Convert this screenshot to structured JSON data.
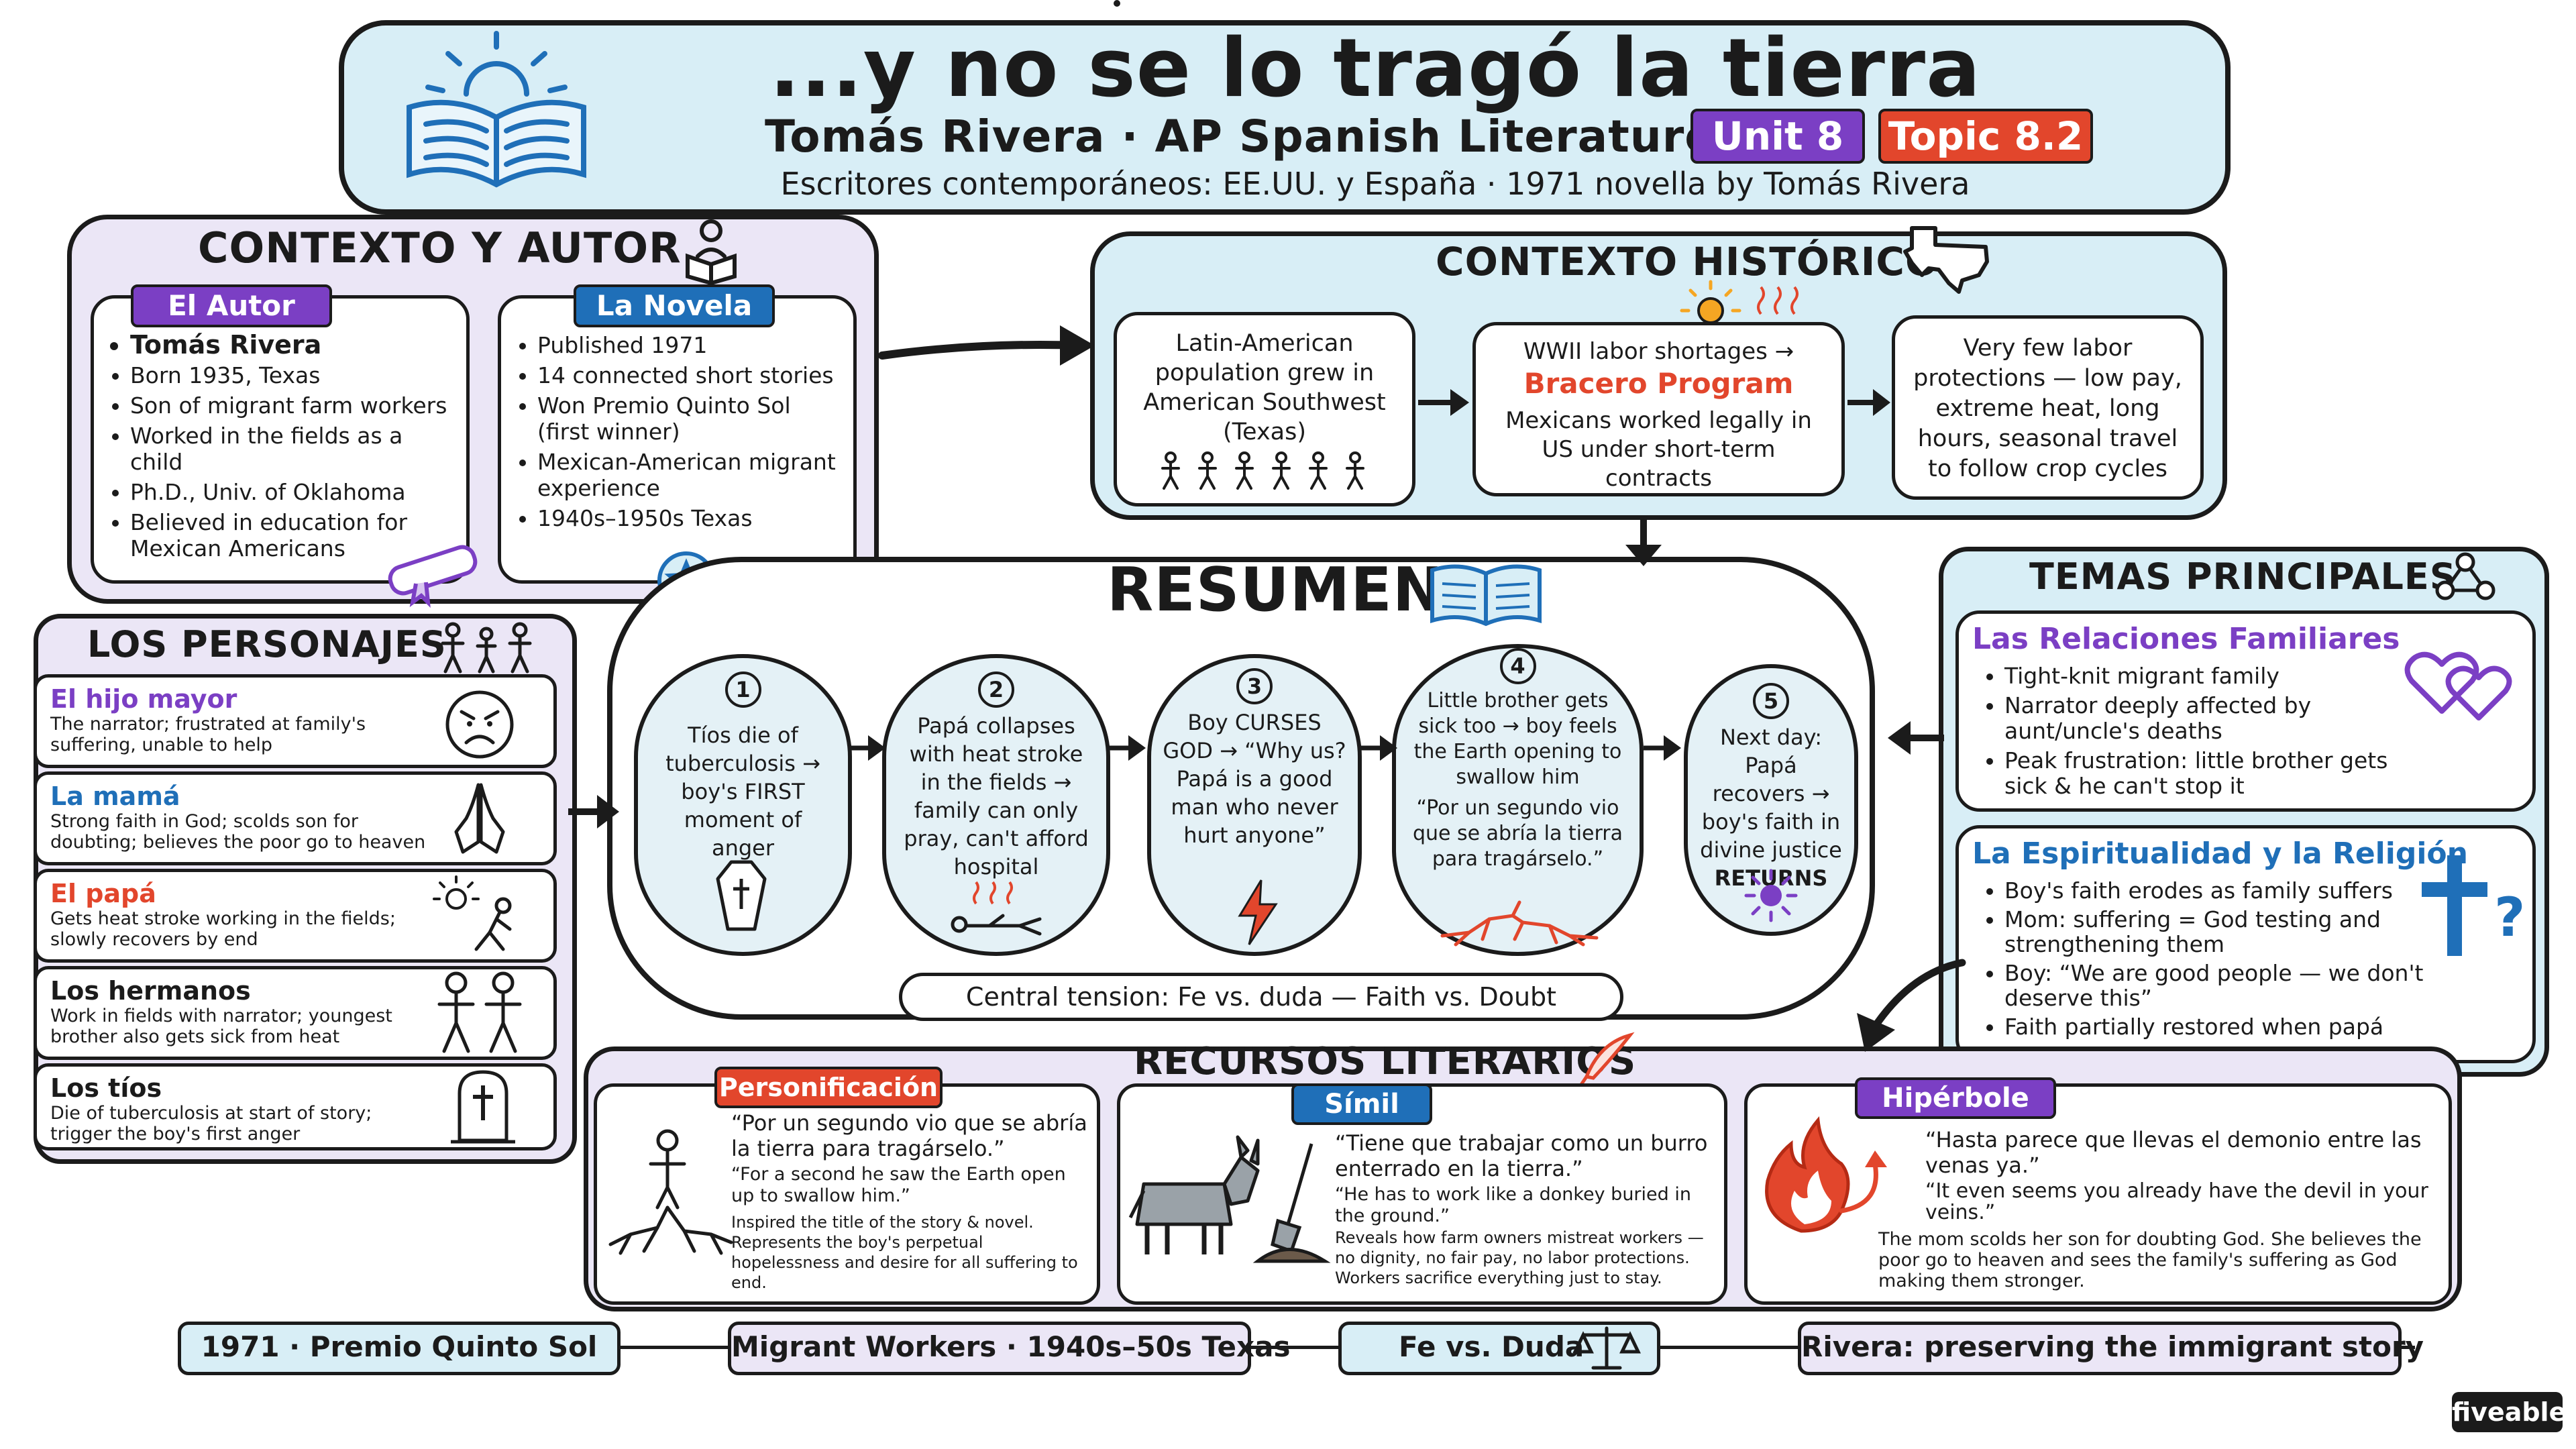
{
  "header": {
    "title": "...y no se lo tragó la tierra",
    "subtitle": "Tomás Rivera · AP Spanish Literature",
    "unit": "Unit 8",
    "topic": "Topic 8.2",
    "tagline": "Escritores contemporáneos: EE.UU. y España · 1971 novella by Tomás Rivera"
  },
  "context": {
    "title": "CONTEXTO Y AUTOR",
    "author": {
      "tag": "El Autor",
      "items": [
        "Tomás Rivera",
        "Born 1935, Texas",
        "Son of migrant farm workers",
        "Worked in the fields as a child",
        "Ph.D., Univ. of Oklahoma",
        "Believed in education for Mexican Americans"
      ]
    },
    "novel": {
      "tag": "La Novela",
      "items": [
        "Published 1971",
        "14 connected short stories",
        "Won Premio Quinto Sol (first winner)",
        "Mexican-American migrant experience",
        "1940s–1950s Texas"
      ]
    }
  },
  "historical": {
    "title": "CONTEXTO HISTÓRICO",
    "box1": "Latin-American population grew in American Southwest (Texas)",
    "box2_top": "WWII labor shortages →",
    "box2_program": "Bracero Program",
    "box2_bottom": "Mexicans worked legally in US under short-term contracts",
    "box3": "Very few labor protections — low pay, extreme heat, long hours, seasonal travel to follow crop cycles"
  },
  "characters": {
    "title": "LOS PERSONAJES",
    "items": [
      {
        "name": "El hijo mayor",
        "desc": "The narrator; frustrated at family's suffering, unable to help",
        "color": "#7b3fc4"
      },
      {
        "name": "La mamá",
        "desc": "Strong faith in God; scolds son for doubting; believes the poor go to heaven",
        "color": "#1f6fb8"
      },
      {
        "name": "El papá",
        "desc": "Gets heat stroke working in the fields; slowly recovers by end",
        "color": "#e2462c"
      },
      {
        "name": "Los hermanos",
        "desc": "Work in fields with narrator; youngest brother also gets sick from heat",
        "color": "#1b1b1b"
      },
      {
        "name": "Los tíos",
        "desc": "Die of tuberculosis at start of story; trigger the boy's first anger",
        "color": "#1b1b1b"
      }
    ]
  },
  "summary": {
    "title": "RESUMEN",
    "steps": [
      {
        "n": "1",
        "text": "Tíos die of tuberculosis → boy's FIRST moment of anger"
      },
      {
        "n": "2",
        "text": "Papá collapses with heat stroke in the fields → family can only pray, can't afford hospital"
      },
      {
        "n": "3",
        "text": "Boy CURSES GOD → “Why us? Papá is a good man who never hurt anyone”"
      },
      {
        "n": "4",
        "text": "Little brother gets sick too → boy feels the Earth opening to swallow him",
        "quote": "“Por un segundo vio que se abría la tierra para tragárselo.”"
      },
      {
        "n": "5",
        "text": "Next day: Papá recovers → boy's faith in divine justice",
        "strong": "RETURNS"
      }
    ],
    "tension": "Central tension: Fe vs. duda — Faith vs. Doubt"
  },
  "themes": {
    "title": "TEMAS PRINCIPALES",
    "family": {
      "title": "Las Relaciones Familiares",
      "items": [
        "Tight-knit migrant family",
        "Narrator deeply affected by aunt/uncle's deaths",
        "Peak frustration: little brother gets sick & he can't stop it"
      ]
    },
    "religion": {
      "title": "La Espiritualidad y la Religión",
      "items": [
        "Boy's faith erodes as family suffers",
        "Mom: suffering = God testing and strengthening them",
        "Boy: “We are good people — we don't deserve this”",
        "Faith partially restored when papá recovers"
      ]
    }
  },
  "devices": {
    "title": "RECURSOS LITERARIOS",
    "items": [
      {
        "tag": "Personificación",
        "quote": "“Por un segundo vio que se abría la tierra para tragárselo.”",
        "translation": "“For a second he saw the Earth open up to swallow him.”",
        "note": "Inspired the title of the story & novel. Represents the boy's perpetual hopelessness and desire for all suffering to end."
      },
      {
        "tag": "Símil",
        "quote": "“Tiene que trabajar como un burro enterrado en la tierra.”",
        "translation": "“He has to work like a donkey buried in the ground.”",
        "note": "Reveals how farm owners mistreat workers — no dignity, no fair pay, no labor protections. Workers sacrifice everything just to stay."
      },
      {
        "tag": "Hipérbole",
        "quote": "“Hasta parece que llevas el demonio entre las venas ya.”",
        "translation": "“It even seems you already have the devil in your veins.”",
        "note": "The mom scolds her son for doubting God. She believes the poor go to heaven and sees the family's suffering as God making them stronger."
      }
    ]
  },
  "footer": [
    "1971 · Premio Quinto Sol",
    "Migrant Workers · 1940s–50s Texas",
    "Fe vs. Duda",
    "Rivera: preserving the immigrant story"
  ],
  "brand": "fiveable",
  "colors": {
    "purple": "#7b3fc4",
    "blue": "#1f6fb8",
    "orange": "#e2462c",
    "lightblue": "#d8eef6",
    "lavender": "#ebe6f6"
  }
}
